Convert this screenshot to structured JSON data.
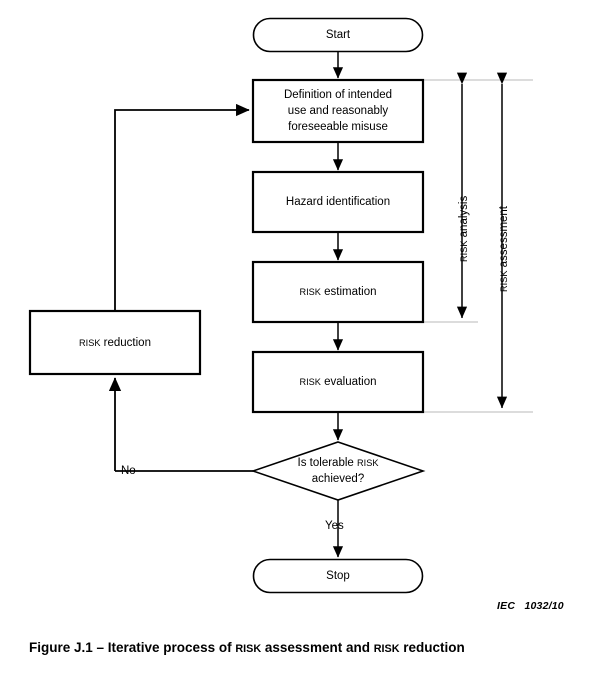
{
  "figure": {
    "caption_prefix": "Figure J.1 – Iterative process of ",
    "caption_sc1": "RISK",
    "caption_mid": " assessment and ",
    "caption_sc2": "RISK",
    "caption_suffix": " reduction",
    "reference": "IEC   1032/10"
  },
  "nodes": {
    "start": {
      "label": "Start",
      "shape": "terminator"
    },
    "definition": {
      "line1": "Definition of intended",
      "line2": "use and reasonably",
      "line3": "foreseeable misuse",
      "shape": "process"
    },
    "hazard": {
      "label": "Hazard identification",
      "shape": "process"
    },
    "risk_estimation": {
      "sc": "RISK",
      "rest": " estimation",
      "shape": "process"
    },
    "risk_evaluation": {
      "sc": "RISK",
      "rest": " evaluation",
      "shape": "process"
    },
    "decision": {
      "line1_prefix": "Is tolerable ",
      "line1_sc": "RISK",
      "line2": "achieved?",
      "shape": "decision"
    },
    "risk_reduction": {
      "sc": "RISK",
      "rest": " reduction",
      "shape": "process"
    },
    "stop": {
      "label": "Stop",
      "shape": "terminator"
    }
  },
  "edges": {
    "no_label": "No",
    "yes_label": "Yes"
  },
  "brackets": {
    "risk_analysis": {
      "sc": "RISK",
      "rest": " analysis"
    },
    "risk_assessment": {
      "sc": "RISK",
      "rest": " assessment"
    }
  },
  "colors": {
    "stroke": "#000000",
    "guide": "#b8b8b8",
    "background": "#ffffff"
  }
}
